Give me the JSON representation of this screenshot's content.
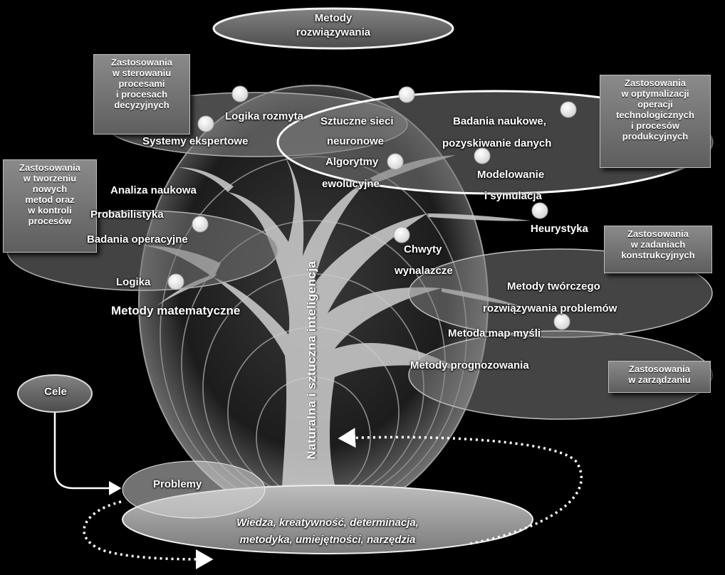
{
  "top_oval": {
    "line1": "Metody",
    "line2": "rozwiązywania"
  },
  "boxes": {
    "control": [
      "Zastosowania",
      "w sterowaniu",
      "procesami",
      "i procesach",
      "decyzyjnych"
    ],
    "optimization": [
      "Zastosowania",
      "w optymalizacji",
      "operacji",
      "technologicznych",
      "i procesów",
      "produkcyjnych"
    ],
    "new_methods": [
      "Zastosowania",
      "w tworzeniu",
      "nowych",
      "metod oraz",
      "w kontroli",
      "procesów"
    ],
    "construction": [
      "Zastosowania",
      "w zadaniach",
      "konstrukcyjnych"
    ],
    "management": [
      "Zastosowania",
      "w zarządzaniu"
    ]
  },
  "labels": {
    "fuzzy_logic": "Logika rozmyta",
    "expert_systems": "Systemy ekspertowe",
    "neural_networks_1": "Sztuczne sieci",
    "neural_networks_2": "neuronowe",
    "evolutionary_1": "Algorytmy",
    "evolutionary_2": "ewolucyjne",
    "research_1": "Badania naukowe,",
    "research_2": "pozyskiwanie danych",
    "modeling_1": "Modelowanie",
    "modeling_2": "i symulacja",
    "heuristics": "Heurystyka",
    "scientific_analysis": "Analiza naukowa",
    "probabilistics": "Probabilistyka",
    "operations_research": "Badania operacyjne",
    "logic": "Logika",
    "math_methods": "Metody matematyczne",
    "inventive_1": "Chwyty",
    "inventive_2": "wynalazcze",
    "creative_1": "Metody twórczego",
    "creative_2": "rozwiązywania problemów",
    "mind_map": "Metoda map myśli",
    "forecasting": "Metody prognozowania",
    "vertical": "Naturalna i sztuczna inteligencja"
  },
  "goals": "Cele",
  "problems": "Problemy",
  "base": {
    "line1": "Wiedza, kreatywność, determinacja,",
    "line2": "metodyka, umiejętności, narzędzia"
  }
}
